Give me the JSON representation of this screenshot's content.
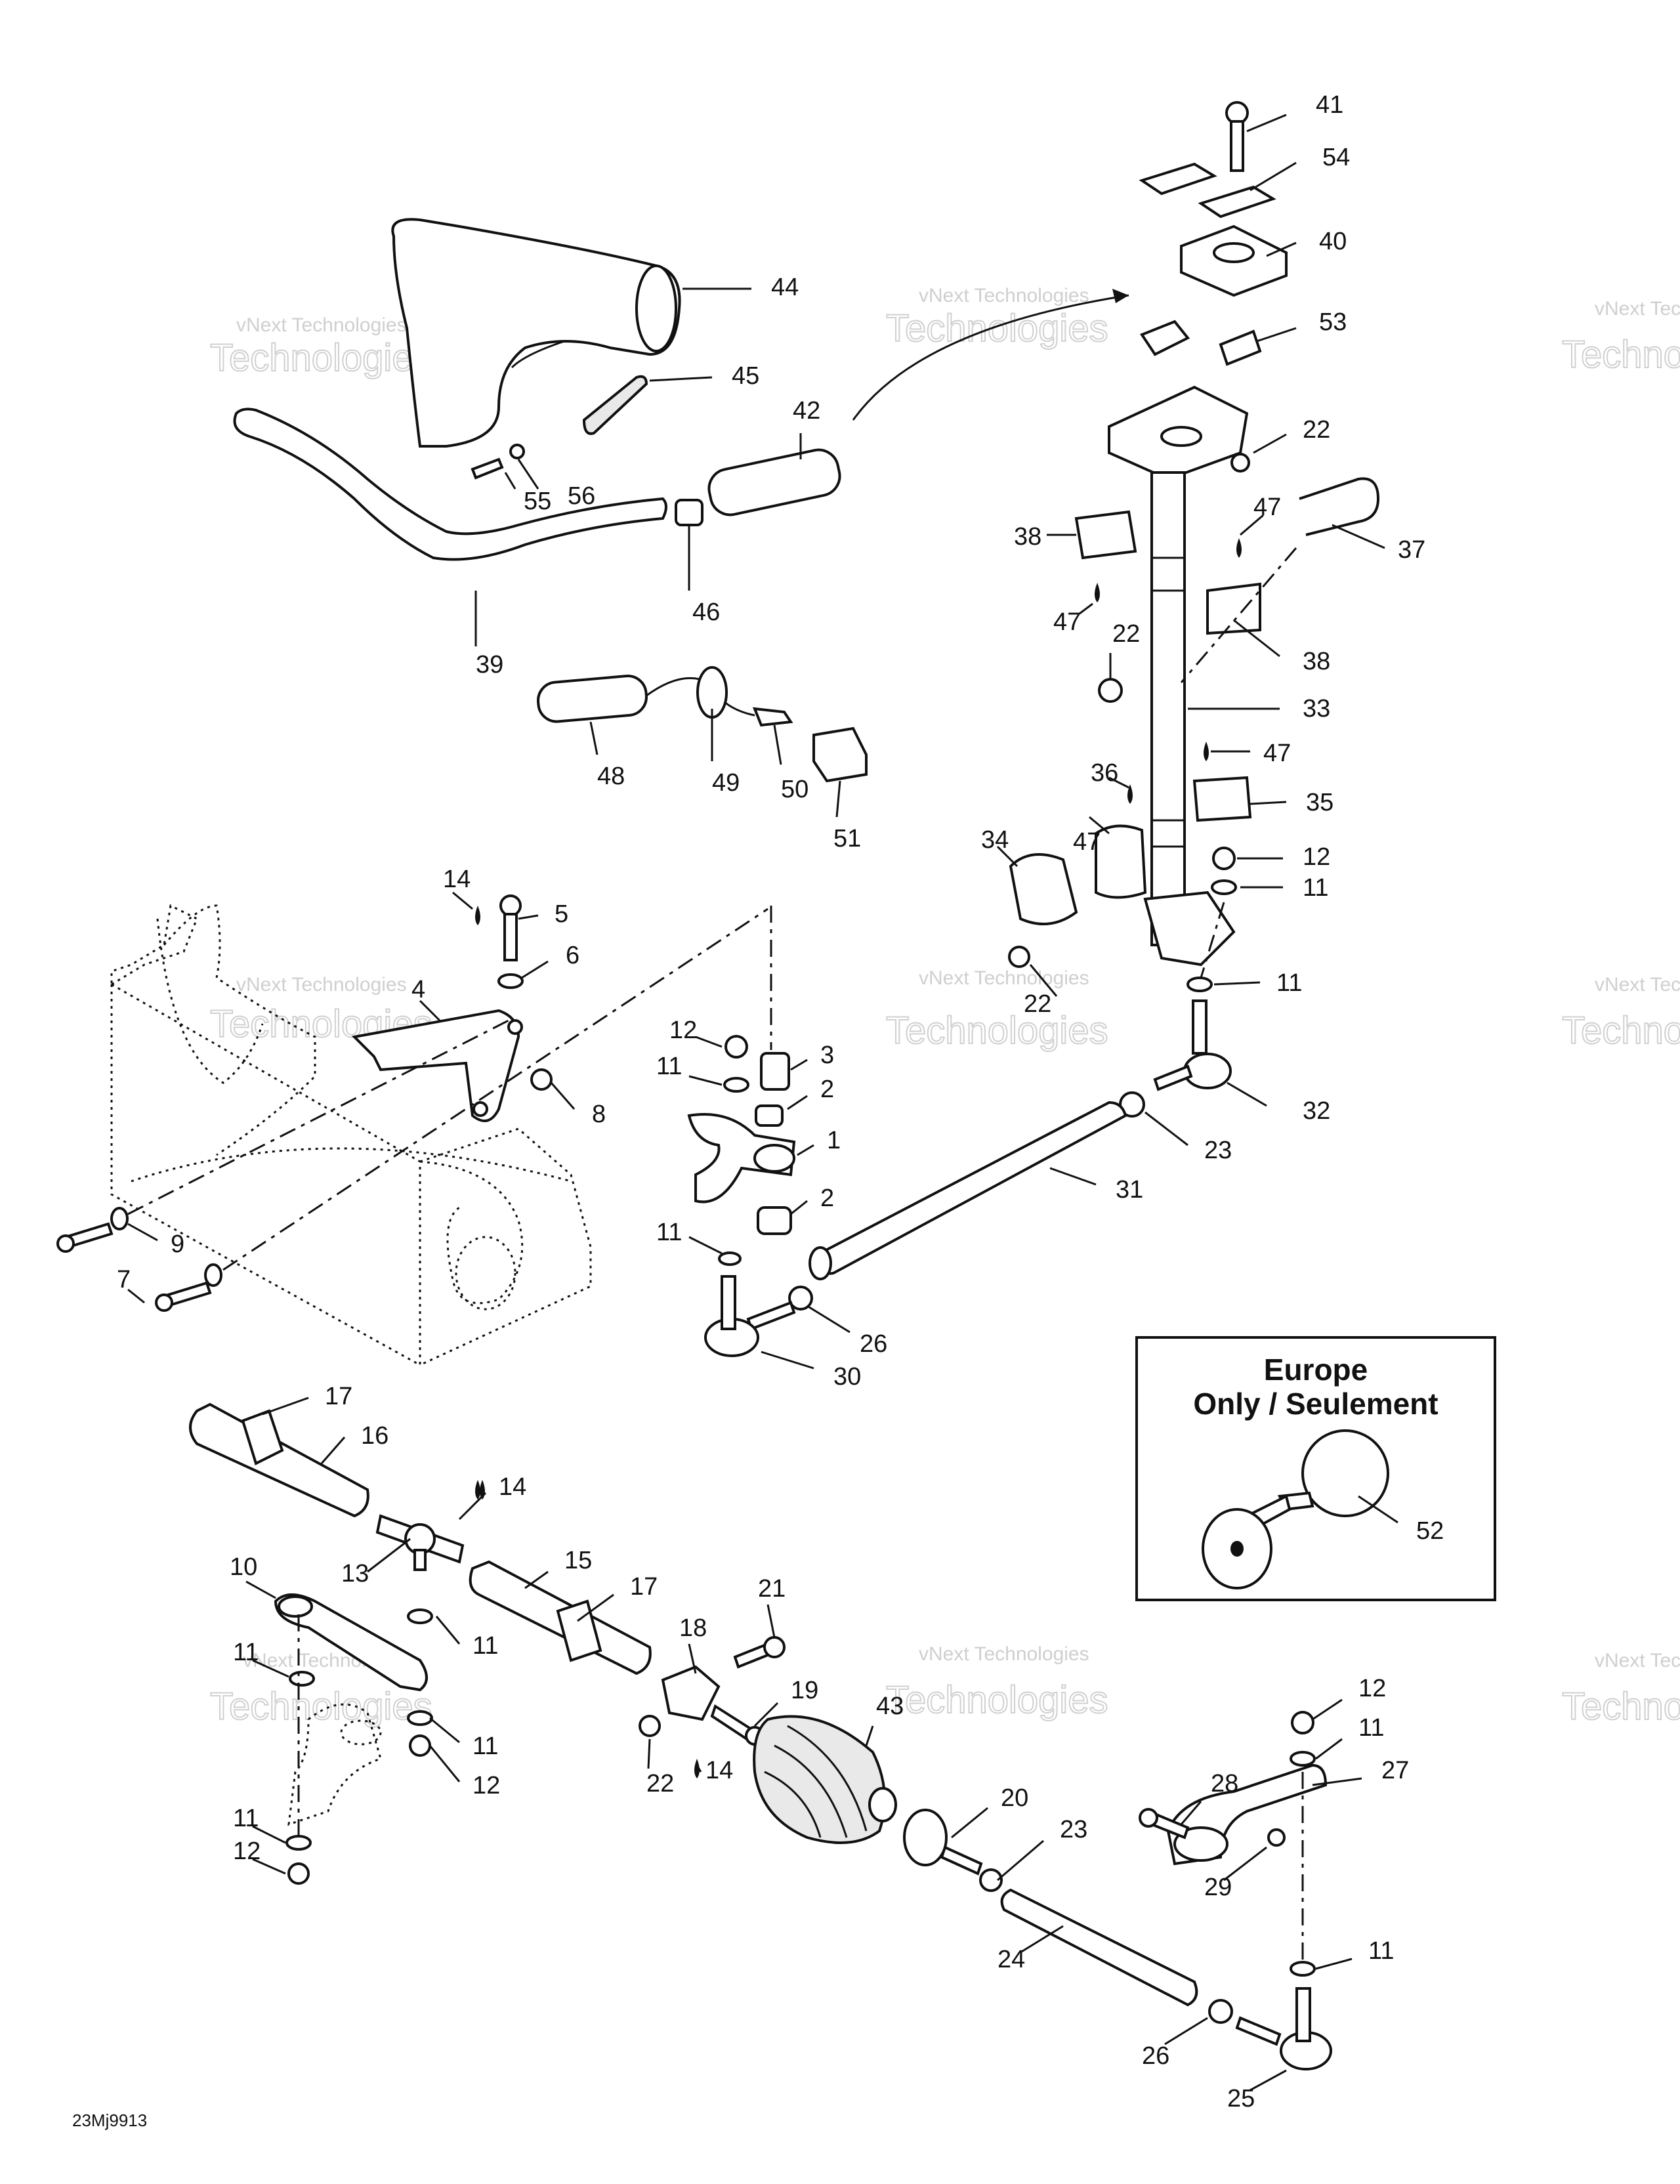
{
  "diagram": {
    "code": "23Mj9913",
    "watermark_line1": "vNext Technologies",
    "watermark_line2": "Technologies",
    "watermark_line0": "vNext",
    "europe_box": {
      "line1": "Europe",
      "line2": "Only / Seulement"
    },
    "callouts": [
      "41",
      "54",
      "40",
      "53",
      "22",
      "47",
      "37",
      "38",
      "47",
      "22",
      "38",
      "33",
      "47",
      "35",
      "36",
      "47",
      "34",
      "12",
      "11",
      "11",
      "22",
      "32",
      "23",
      "31",
      "44",
      "45",
      "42",
      "46",
      "39",
      "55",
      "56",
      "48",
      "49",
      "50",
      "51",
      "14",
      "5",
      "6",
      "4",
      "8",
      "12",
      "3",
      "11",
      "2",
      "1",
      "2",
      "11",
      "26",
      "30",
      "9",
      "7",
      "17",
      "16",
      "14",
      "13",
      "15",
      "17",
      "10",
      "11",
      "11",
      "11",
      "12",
      "11",
      "12",
      "21",
      "18",
      "19",
      "22",
      "14",
      "43",
      "20",
      "23",
      "24",
      "26",
      "25",
      "12",
      "11",
      "27",
      "28",
      "29",
      "11",
      "52"
    ]
  }
}
